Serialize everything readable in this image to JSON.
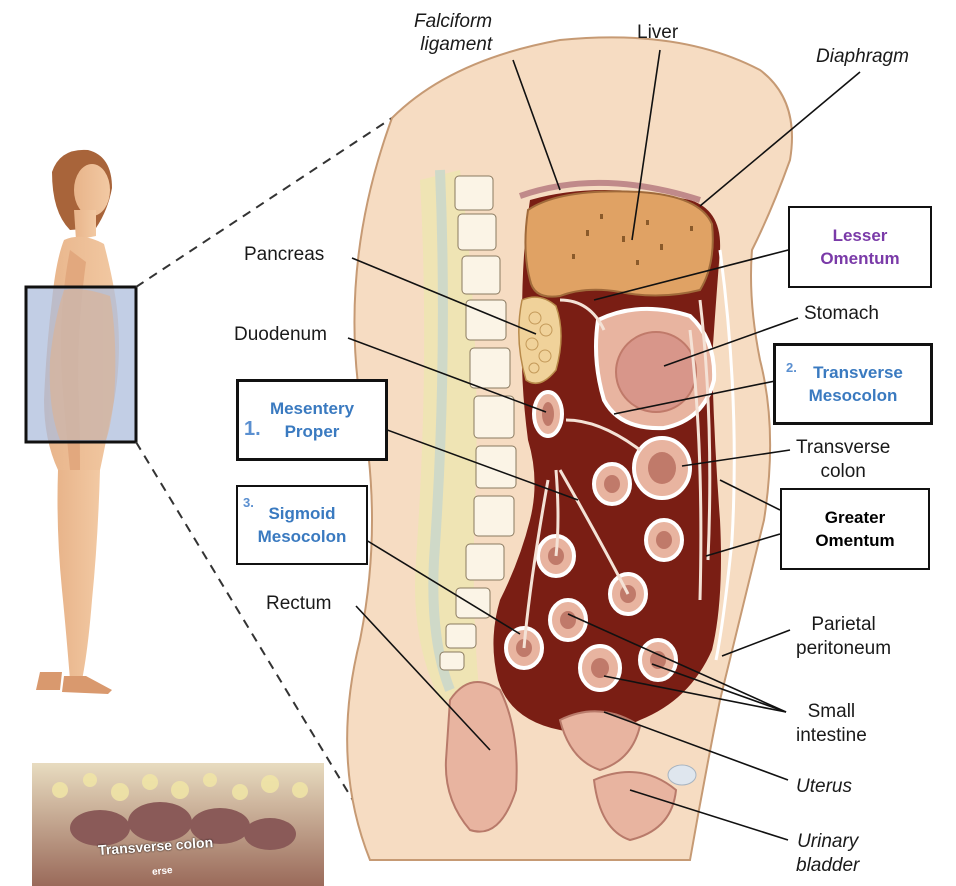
{
  "labels": {
    "falciform": "Falciform\nligament",
    "liver": "Liver",
    "diaphragm": "Diaphragm",
    "pancreas": "Pancreas",
    "duodenum": "Duodenum",
    "stomach": "Stomach",
    "transverse_colon": "Transverse\ncolon",
    "rectum": "Rectum",
    "parietal_peritoneum": "Parietal\nperitoneum",
    "small_intestine": "Small\nintestine",
    "uterus": "Uterus",
    "urinary_bladder": "Urinary\nbladder"
  },
  "boxes": {
    "lesser_omentum": {
      "line1": "Lesser",
      "line2": "Omentum"
    },
    "transverse_mesocolon": {
      "num": "2.",
      "line1": "Transverse",
      "line2": "Mesocolon"
    },
    "mesentery_proper": {
      "num": "1.",
      "line1": "Mesentery",
      "line2": "Proper"
    },
    "sigmoid_mesocolon": {
      "num": "3.",
      "line1": "Sigmoid",
      "line2": "Mesocolon"
    },
    "greater_omentum": {
      "line1": "Greater",
      "line2": "Omentum"
    }
  },
  "inset": {
    "caption": "Transverse colon",
    "caption2": "erse"
  },
  "colors": {
    "peritoneal_cavity": "#7a1e14",
    "liver": "#e0a264",
    "body_tissue": "#f6dcc2",
    "label_blue": "#3a7ac0",
    "label_purple": "#7a3aa8"
  }
}
